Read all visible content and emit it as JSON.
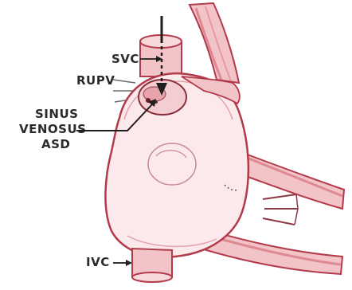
{
  "labels": {
    "svc": "SVC",
    "rupv": "RUPV",
    "sinus_line1": "SINUS",
    "sinus_line2": "VENOSUS",
    "sinus_line3": "ASD",
    "ivc": "IVC"
  },
  "colors": {
    "outline": "#b23a4a",
    "vessel_fill": "#f2c4c8",
    "vessel_stripe": "#d7707c",
    "chamber_fill": "#fbe9ec",
    "ink": "#1e1e1e"
  }
}
